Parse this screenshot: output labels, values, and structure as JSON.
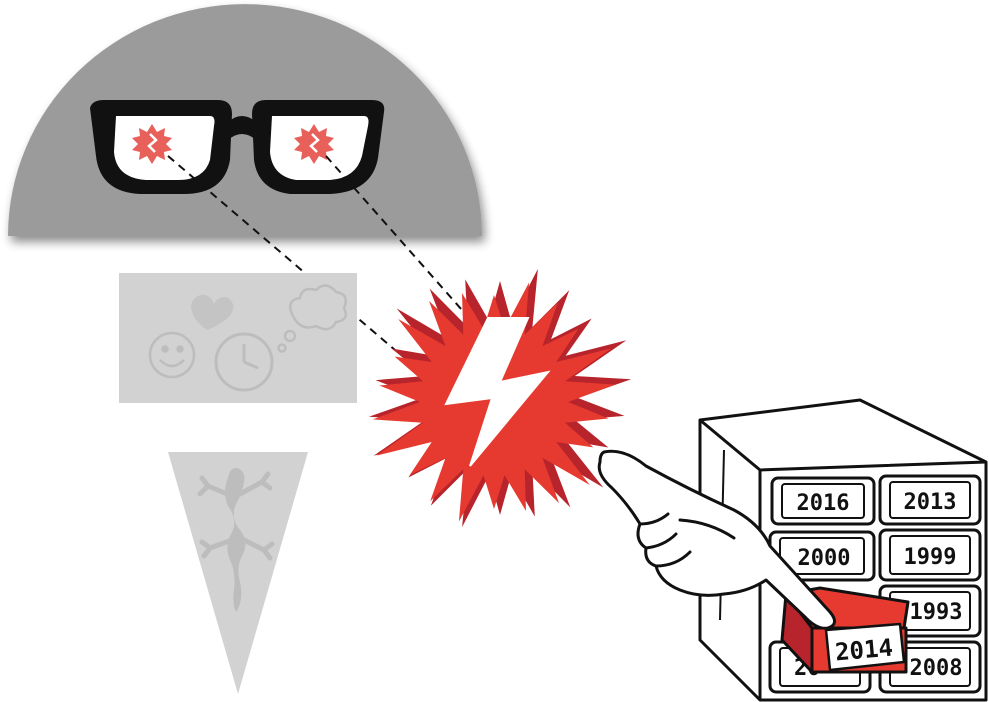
{
  "illustration": {
    "drawers": {
      "row1": [
        "2016",
        "2013"
      ],
      "row2": [
        "2000",
        "1999"
      ],
      "row3_right": "1993",
      "row4": [
        "20",
        "2008"
      ],
      "pulled_out": "2014"
    },
    "colors": {
      "head": "#9b9b9b",
      "faded_gray": "#d2d2d2",
      "trigger_red": "#e63a30",
      "trigger_dark_red": "#b8242b",
      "eye_flash": "#e8605a",
      "glasses": "#111111",
      "outline": "#111111"
    },
    "icons": [
      "glasses-icon",
      "smiley-icon",
      "heart-icon",
      "clock-icon",
      "thought-cloud-icon",
      "gecko-icon",
      "lightning-bolt-icon",
      "pointing-hand-icon",
      "filing-cabinet-icon"
    ]
  }
}
